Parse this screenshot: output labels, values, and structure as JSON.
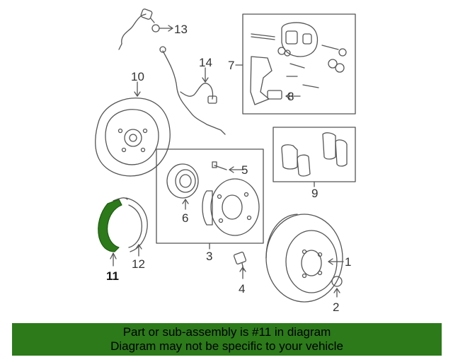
{
  "diagram": {
    "callouts": [
      {
        "id": "1",
        "label": "1"
      },
      {
        "id": "2",
        "label": "2"
      },
      {
        "id": "3",
        "label": "3"
      },
      {
        "id": "4",
        "label": "4"
      },
      {
        "id": "5",
        "label": "5"
      },
      {
        "id": "6",
        "label": "6"
      },
      {
        "id": "7",
        "label": "7"
      },
      {
        "id": "8",
        "label": "8"
      },
      {
        "id": "9",
        "label": "9"
      },
      {
        "id": "10",
        "label": "10"
      },
      {
        "id": "11",
        "label": "11"
      },
      {
        "id": "12",
        "label": "12"
      },
      {
        "id": "13",
        "label": "13"
      },
      {
        "id": "14",
        "label": "14"
      }
    ],
    "highlight_color": "#2c7a1a",
    "line_color": "#555555"
  },
  "banner": {
    "line1": "Part or sub-assembly is #11 in diagram",
    "line2": "Diagram may not be specific to your vehicle",
    "background": "#2c7a1a"
  }
}
